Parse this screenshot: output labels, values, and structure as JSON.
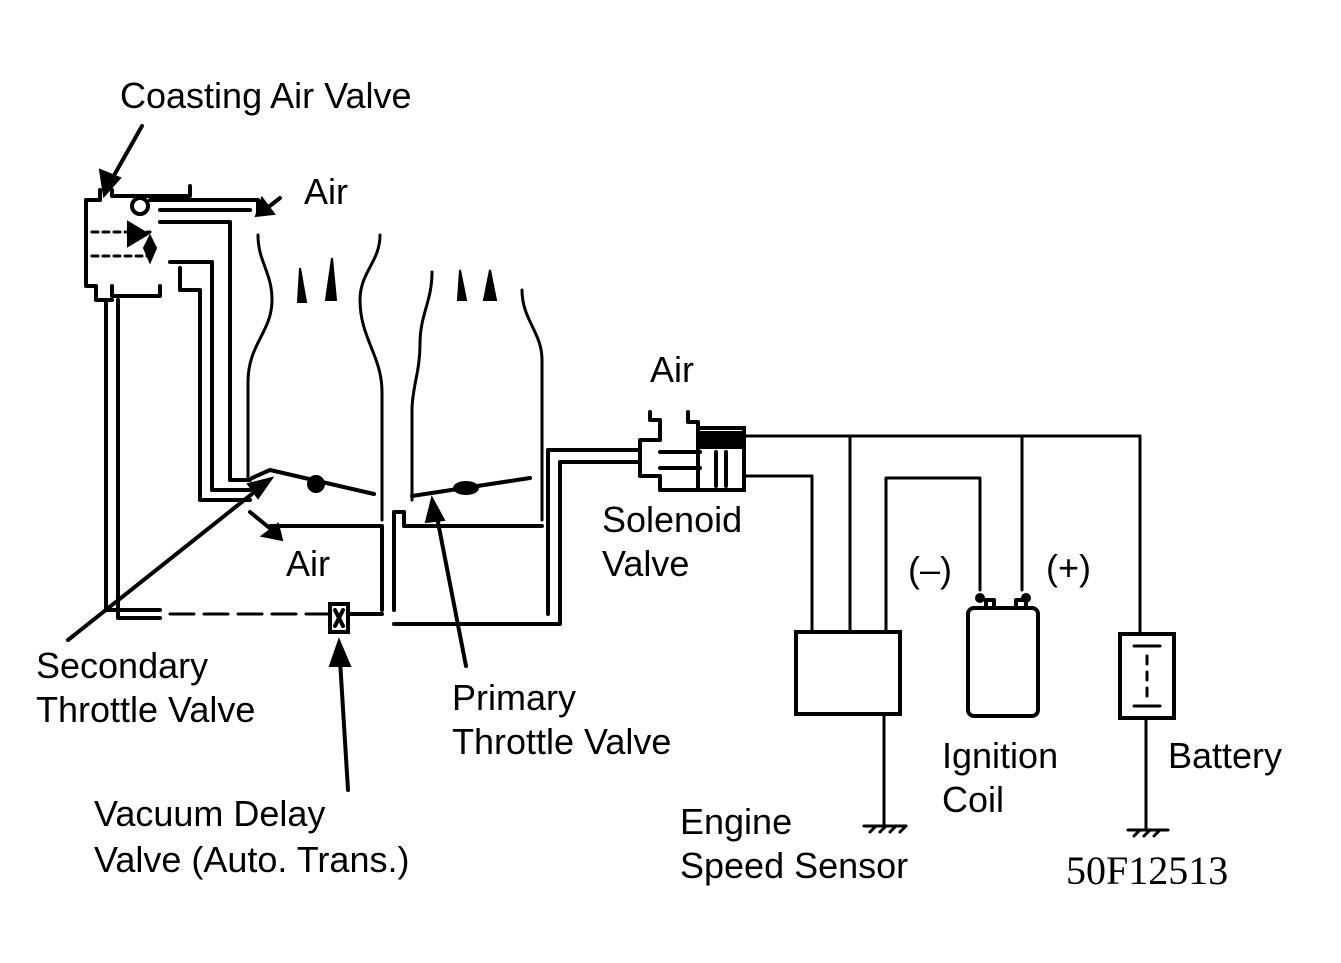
{
  "labels": {
    "coasting_air_valve": "Coasting Air Valve",
    "air_top": "Air",
    "air_solenoid": "Air",
    "air_bottom": "Air",
    "solenoid_line1": "Solenoid",
    "solenoid_line2": "Valve",
    "minus": "(–)",
    "plus": "(+)",
    "secondary_line1": "Secondary",
    "secondary_line2": "Throttle Valve",
    "primary_line1": "Primary",
    "primary_line2": "Throttle Valve",
    "vacuum_line1": "Vacuum Delay",
    "vacuum_line2": "Valve (Auto. Trans.)",
    "engine_line1": "Engine",
    "engine_line2": "Speed Sensor",
    "ignition_line1": "Ignition",
    "ignition_line2": "Coil",
    "battery": "Battery",
    "figure_id": "50F12513"
  }
}
